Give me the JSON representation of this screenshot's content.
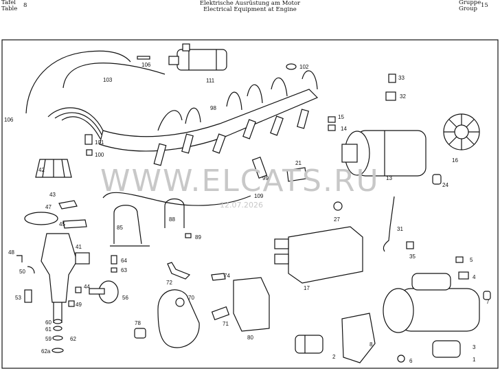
{
  "header": {
    "left_line1": "Tafel",
    "left_line2": "Table",
    "table_number": "8",
    "title_de": "Elektrische Ausrüstung am Motor",
    "title_en": "Electrical Equipment at Engine",
    "right_line1": "Gruppe",
    "right_line2": "Group",
    "group_number": "15"
  },
  "watermark": {
    "text": "WWW.ELCATS.RU",
    "date": "12.07.2026"
  },
  "parts": [
    "106",
    "103",
    "111",
    "102",
    "33",
    "32",
    "98",
    "15",
    "14",
    "106",
    "101",
    "100",
    "42",
    "16",
    "13",
    "21",
    "99",
    "24",
    "43",
    "109",
    "47",
    "45",
    "85",
    "88",
    "89",
    "27",
    "31",
    "41",
    "48",
    "50",
    "64",
    "63",
    "72",
    "74",
    "17",
    "35",
    "5",
    "4",
    "53",
    "44",
    "49",
    "56",
    "70",
    "7",
    "60",
    "61",
    "59",
    "62",
    "62a",
    "78",
    "71",
    "80",
    "8",
    "2",
    "6",
    "3",
    "1"
  ]
}
